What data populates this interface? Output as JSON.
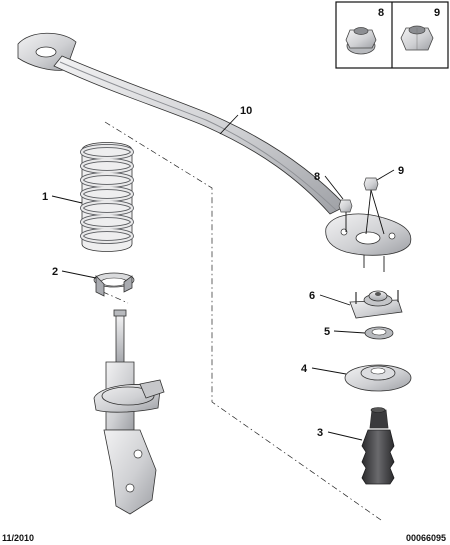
{
  "callouts": {
    "p1": "1",
    "p2": "2",
    "p3": "3",
    "p4": "4",
    "p5": "5",
    "p6": "6",
    "p8": "8",
    "p9": "9",
    "p10": "10"
  },
  "inset": {
    "left_label": "8",
    "right_label": "9"
  },
  "footer": {
    "date": "11/2010",
    "reference": "00066095"
  },
  "colors": {
    "part_fill": "#d9dadd",
    "part_shade": "#a9abb0",
    "spring_fill": "#e4e4e6",
    "bellows_fill": "#4a4a4d",
    "line": "#111111"
  }
}
